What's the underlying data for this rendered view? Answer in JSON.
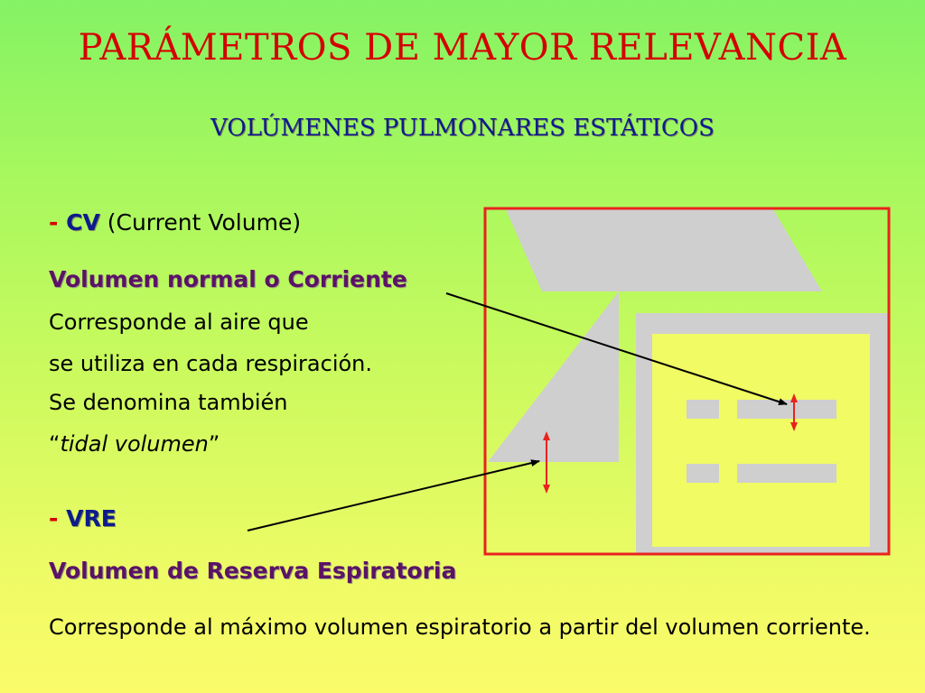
{
  "title": "PARÁMETROS DE MAYOR RELEVANCIA",
  "subtitle": "VOLÚMENES PULMONARES ESTÁTICOS",
  "cv": {
    "dash": "- ",
    "abbr": "CV",
    "expansion": " (Current Volume)",
    "heading": "Volumen normal o Corriente",
    "lines": [
      "Corresponde al aire que",
      "se utiliza en cada respiración.",
      "Se denomina también"
    ],
    "quote_open": "“",
    "quote_term": "tidal volumen",
    "quote_close": "”"
  },
  "vre": {
    "dash": "- ",
    "abbr": "VRE",
    "heading": "Volumen de Reserva Espiratoria",
    "description": "Corresponde al máximo volumen espiratorio a partir del volumen corriente."
  },
  "colors": {
    "title": "#d40000",
    "subtitle": "#0d1b8c",
    "heading": "#5a1366",
    "frame": "#e8231e",
    "shape": "#cfcfcf",
    "arrow": "#e8231e"
  }
}
